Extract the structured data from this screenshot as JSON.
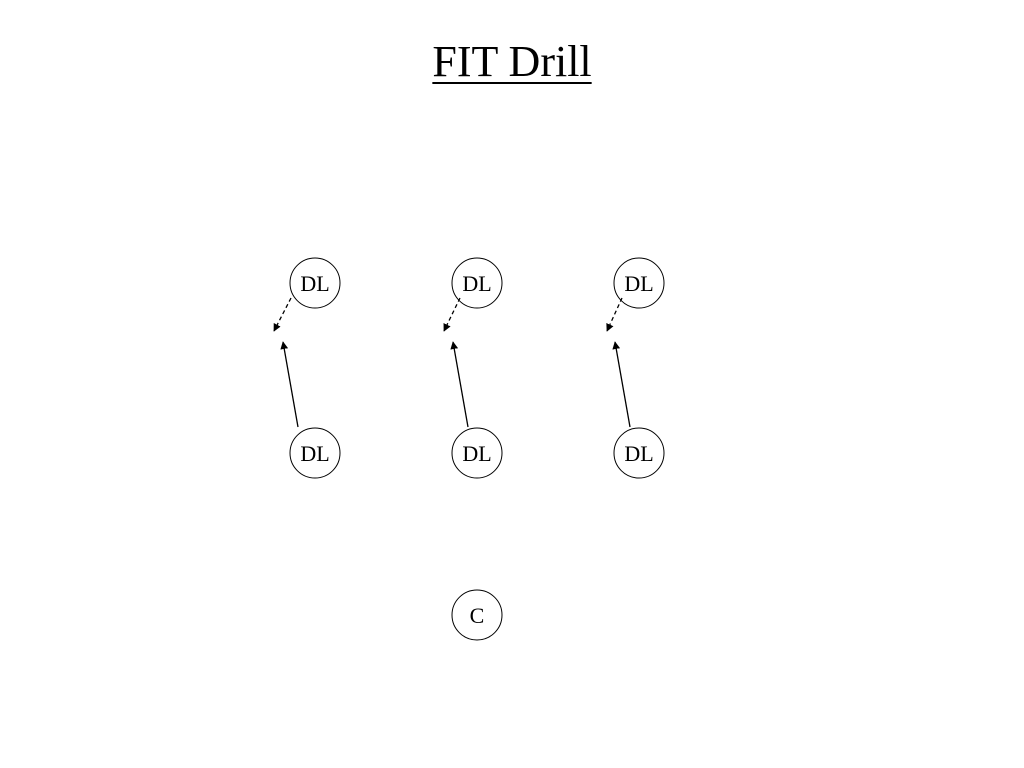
{
  "slide": {
    "title": "FIT Drill"
  },
  "players": {
    "front_left": "DL",
    "front_middle": "DL",
    "front_right": "DL",
    "back_left": "DL",
    "back_middle": "DL",
    "back_right": "DL",
    "coach": "C"
  },
  "colors": {
    "background": "#ffffff",
    "ink": "#000000"
  }
}
